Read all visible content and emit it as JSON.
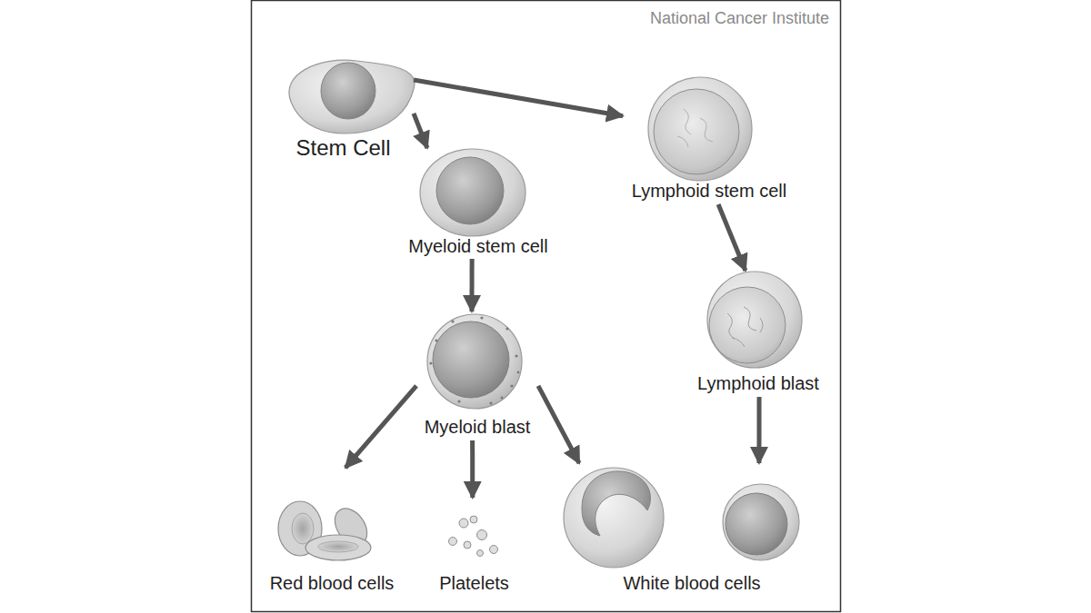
{
  "diagram": {
    "nodes": [
      {
        "text": [
          "Stem Cell"
        ]
      },
      {
        "text": [
          "Lymphoid stem cell"
        ]
      },
      {
        "text": [
          "Myeloid stem cell"
        ]
      },
      {
        "text": [
          "Lymphoid blast"
        ]
      },
      {
        "text": [
          "Myeloid blast"
        ]
      },
      {
        "text": [
          "Red blood cells"
        ]
      },
      {
        "text": [
          "Platelets"
        ]
      },
      {
        "text": [
          "White blood cells"
        ]
      }
    ],
    "edges": [
      {
        "from": 0,
        "to": 2,
        "arrow": "to"
      },
      {
        "from": 0,
        "to": 1,
        "arrow": "to"
      },
      {
        "from": 2,
        "to": 4,
        "arrow": "to"
      },
      {
        "from": 1,
        "to": 3,
        "arrow": "to"
      },
      {
        "from": 4,
        "to": 5,
        "arrow": "to"
      },
      {
        "from": 4,
        "to": 6,
        "arrow": "to"
      },
      {
        "from": 4,
        "to": 7,
        "arrow": "to"
      },
      {
        "from": 3,
        "to": 7,
        "arrow": "to"
      }
    ],
    "labels": [
      "National Cancer Institute"
    ]
  }
}
